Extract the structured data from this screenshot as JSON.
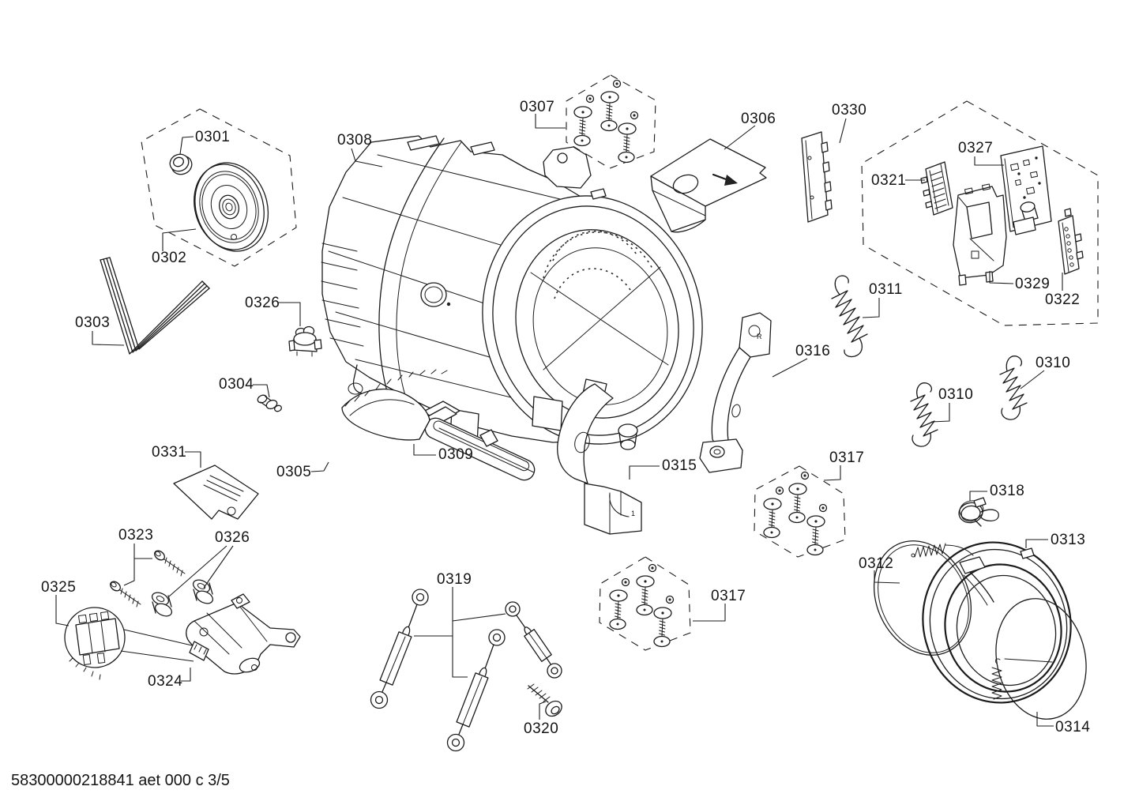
{
  "document": {
    "footer_code": "58300000218841 aet 000 c 3/5"
  },
  "part_marks": {
    "counterweight_left": "1",
    "counterweight_right": "R"
  },
  "callouts": [
    {
      "part": "0301"
    },
    {
      "part": "0302"
    },
    {
      "part": "0303"
    },
    {
      "part": "0304"
    },
    {
      "part": "0305"
    },
    {
      "part": "0306"
    },
    {
      "part": "0307"
    },
    {
      "part": "0308"
    },
    {
      "part": "0309"
    },
    {
      "part": "0310"
    },
    {
      "part": "0310"
    },
    {
      "part": "0311"
    },
    {
      "part": "0312"
    },
    {
      "part": "0313"
    },
    {
      "part": "0314"
    },
    {
      "part": "0315"
    },
    {
      "part": "0316"
    },
    {
      "part": "0317"
    },
    {
      "part": "0317"
    },
    {
      "part": "0318"
    },
    {
      "part": "0319"
    },
    {
      "part": "0320"
    },
    {
      "part": "0321"
    },
    {
      "part": "0322"
    },
    {
      "part": "0323"
    },
    {
      "part": "0324"
    },
    {
      "part": "0325"
    },
    {
      "part": "0326"
    },
    {
      "part": "0326"
    },
    {
      "part": "0327"
    },
    {
      "part": "0329"
    },
    {
      "part": "0330"
    },
    {
      "part": "0331"
    }
  ]
}
